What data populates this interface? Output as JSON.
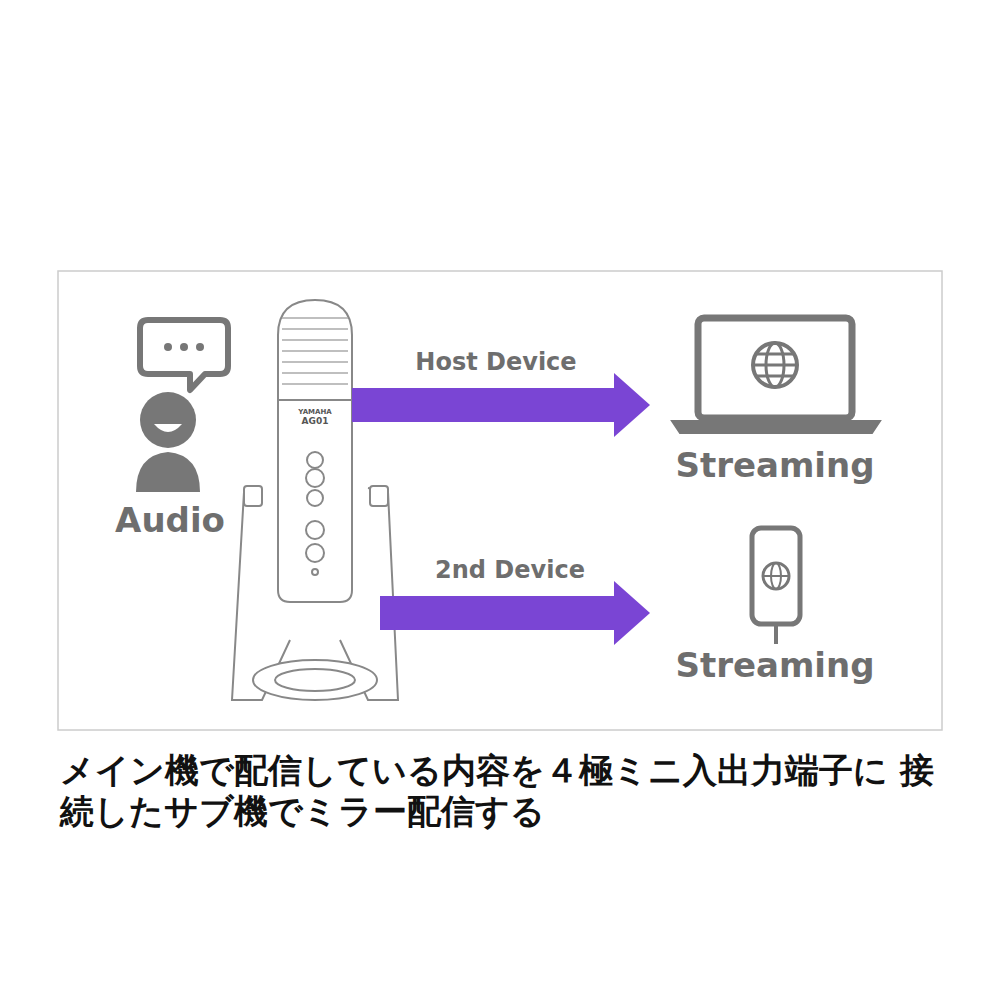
{
  "diagram": {
    "caption": "メイン機で配信している内容を４極ミニ入出力端子に 接続したサブ機でミラー配信する",
    "nodes": [
      {
        "text": [
          "Audio"
        ]
      },
      {
        "text": [
          "YAMAHA",
          "AG01"
        ]
      },
      {
        "text": [
          "Streaming"
        ]
      },
      {
        "text": [
          "Streaming"
        ]
      }
    ],
    "edges": [
      {
        "from": 1,
        "to": 2,
        "arrow": "to",
        "label": "Host Device"
      },
      {
        "from": 1,
        "to": 3,
        "arrow": "to",
        "label": "2nd Device"
      }
    ]
  }
}
